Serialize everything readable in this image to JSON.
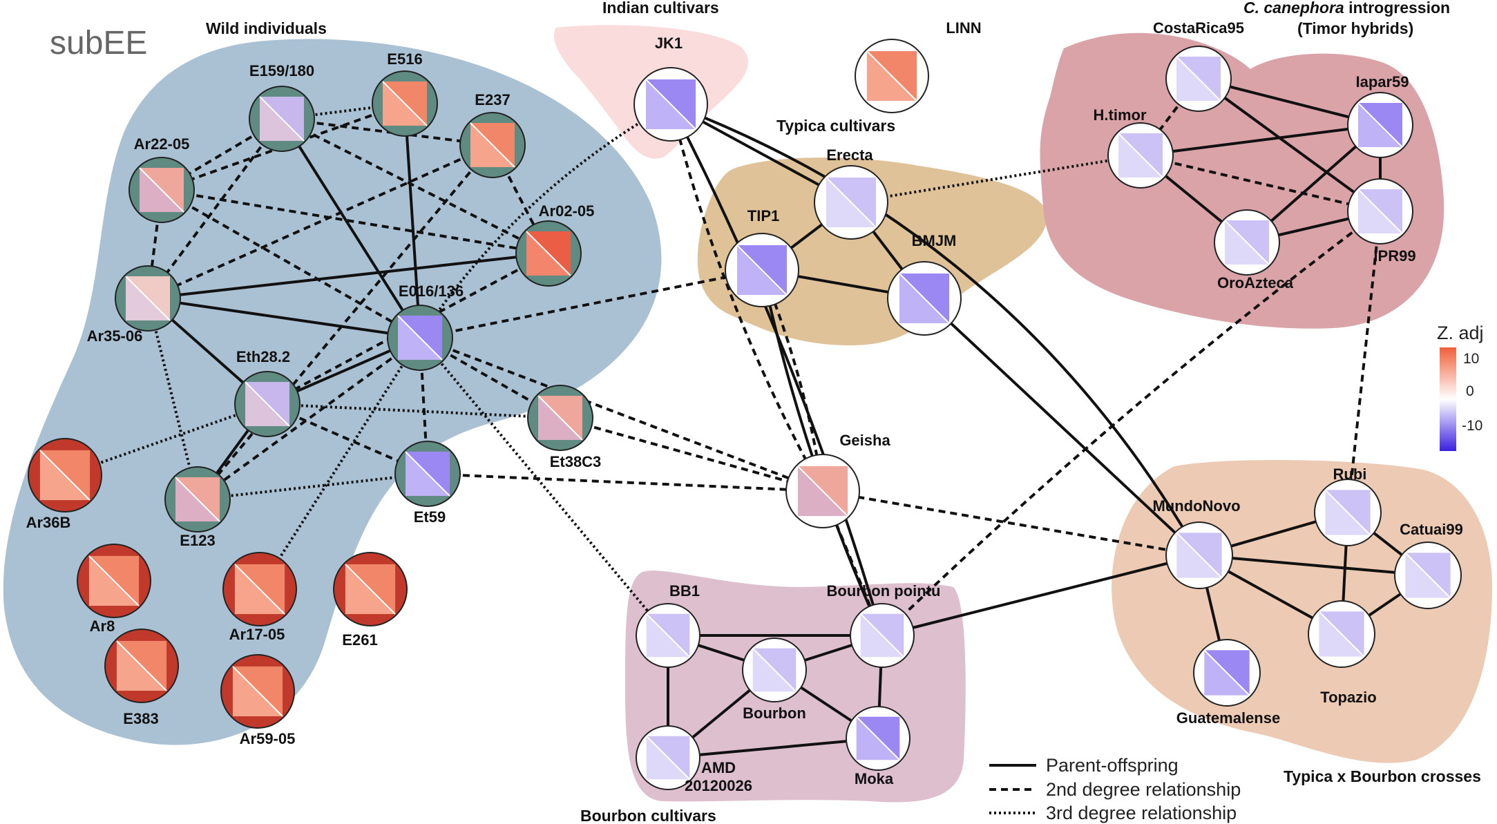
{
  "title": "subEE",
  "groups": [
    {
      "id": "wild",
      "label": "Wild individuals",
      "color": "#a9c1d3"
    },
    {
      "id": "indian",
      "label": "Indian cultivars",
      "color": "#fbdcdc"
    },
    {
      "id": "typica",
      "label": "Typica cultivars",
      "color": "#e0c298"
    },
    {
      "id": "canephora",
      "label_italic": "C. canephora",
      "label_rest": " introgression",
      "label_line2": "(Timor hybrids)",
      "color": "#d9a3a8"
    },
    {
      "id": "bourbon",
      "label": "Bourbon cultivars",
      "color": "#ddbfcd"
    },
    {
      "id": "crosses",
      "label": "Typica x Bourbon crosses",
      "color": "#eccab4"
    }
  ],
  "nodes": [
    {
      "id": "E159_180",
      "label": "E159/180",
      "ring": "#5f8b83",
      "fill": "mixed-blue"
    },
    {
      "id": "E516",
      "label": "E516",
      "ring": "#5f8b83",
      "fill": "red"
    },
    {
      "id": "E237",
      "label": "E237",
      "ring": "#5f8b83",
      "fill": "red"
    },
    {
      "id": "Ar22_05",
      "label": "Ar22-05",
      "ring": "#5f8b83",
      "fill": "mixed"
    },
    {
      "id": "Ar02_05",
      "label": "Ar02-05",
      "ring": "#5f8b83",
      "fill": "deep-red"
    },
    {
      "id": "Ar35_06",
      "label": "Ar35-06",
      "ring": "#5f8b83",
      "fill": "mixed-light"
    },
    {
      "id": "E016_136",
      "label": "E016/136",
      "ring": "#5f8b83",
      "fill": "blue"
    },
    {
      "id": "Eth28_2",
      "label": "Eth28.2",
      "ring": "#5f8b83",
      "fill": "mixed-blue"
    },
    {
      "id": "Et38C3",
      "label": "Et38C3",
      "ring": "#5f8b83",
      "fill": "mixed"
    },
    {
      "id": "Et59",
      "label": "Et59",
      "ring": "#5f8b83",
      "fill": "blue"
    },
    {
      "id": "E123",
      "label": "E123",
      "ring": "#5f8b83",
      "fill": "mixed"
    },
    {
      "id": "Ar36B",
      "label": "Ar36B",
      "ring": "#c0392b",
      "fill": "red"
    },
    {
      "id": "Ar8",
      "label": "Ar8",
      "ring": "#c0392b",
      "fill": "red"
    },
    {
      "id": "Ar17_05",
      "label": "Ar17-05",
      "ring": "#c0392b",
      "fill": "red"
    },
    {
      "id": "E261",
      "label": "E261",
      "ring": "#c0392b",
      "fill": "red"
    },
    {
      "id": "E383",
      "label": "E383",
      "ring": "#c0392b",
      "fill": "red"
    },
    {
      "id": "Ar59_05",
      "label": "Ar59-05",
      "ring": "#c0392b",
      "fill": "red"
    },
    {
      "id": "JK1",
      "label": "JK1",
      "ring": "#ffffff",
      "fill": "blue"
    },
    {
      "id": "LINN",
      "label": "LINN",
      "ring": "#ffffff",
      "fill": "red"
    },
    {
      "id": "Erecta",
      "label": "Erecta",
      "ring": "#ffffff",
      "fill": "light-blue"
    },
    {
      "id": "TIP1",
      "label": "TIP1",
      "ring": "#ffffff",
      "fill": "blue"
    },
    {
      "id": "BMJM",
      "label": "BMJM",
      "ring": "#ffffff",
      "fill": "blue"
    },
    {
      "id": "Geisha",
      "label": "Geisha",
      "ring": "#ffffff",
      "fill": "mixed"
    },
    {
      "id": "CostaRica95",
      "label": "CostaRica95",
      "ring": "#ffffff",
      "fill": "light-blue"
    },
    {
      "id": "Iapar59",
      "label": "Iapar59",
      "ring": "#ffffff",
      "fill": "blue"
    },
    {
      "id": "H_timor",
      "label": "H.timor",
      "ring": "#ffffff",
      "fill": "light-blue"
    },
    {
      "id": "IPR99",
      "label": "IPR99",
      "ring": "#ffffff",
      "fill": "light-blue"
    },
    {
      "id": "OroAzteca",
      "label": "OroAzteca",
      "ring": "#ffffff",
      "fill": "light-blue"
    },
    {
      "id": "BB1",
      "label": "BB1",
      "ring": "#ffffff",
      "fill": "light-blue"
    },
    {
      "id": "Bourbon_pointu",
      "label": "Bourbon pointu",
      "ring": "#ffffff",
      "fill": "light-blue"
    },
    {
      "id": "Bourbon",
      "label": "Bourbon",
      "ring": "#ffffff",
      "fill": "light-blue"
    },
    {
      "id": "AMD",
      "label": "AMD",
      "label2": "20120026",
      "ring": "#ffffff",
      "fill": "light-blue"
    },
    {
      "id": "Moka",
      "label": "Moka",
      "ring": "#ffffff",
      "fill": "blue"
    },
    {
      "id": "MundoNovo",
      "label": "MundoNovo",
      "ring": "#ffffff",
      "fill": "light-blue"
    },
    {
      "id": "Rubi",
      "label": "Rubi",
      "ring": "#ffffff",
      "fill": "light-blue"
    },
    {
      "id": "Catuai99",
      "label": "Catuai99",
      "ring": "#ffffff",
      "fill": "light-blue"
    },
    {
      "id": "Guatemalense",
      "label": "Guatemalense",
      "ring": "#ffffff",
      "fill": "blue"
    },
    {
      "id": "Topazio",
      "label": "Topazio",
      "ring": "#ffffff",
      "fill": "light-blue"
    }
  ],
  "edges": [
    {
      "a": "E159_180",
      "b": "E516",
      "t": "dotted"
    },
    {
      "a": "E159_180",
      "b": "E237",
      "t": "dashed"
    },
    {
      "a": "E159_180",
      "b": "Ar22_05",
      "t": "dashed"
    },
    {
      "a": "E159_180",
      "b": "Ar02_05",
      "t": "dashed"
    },
    {
      "a": "E159_180",
      "b": "Ar35_06",
      "t": "dashed"
    },
    {
      "a": "E159_180",
      "b": "E016_136",
      "t": "solid"
    },
    {
      "a": "E516",
      "b": "E016_136",
      "t": "solid"
    },
    {
      "a": "E516",
      "b": "Ar22_05",
      "t": "dashed"
    },
    {
      "a": "E237",
      "b": "Ar02_05",
      "t": "dashed"
    },
    {
      "a": "E237",
      "b": "Ar35_06",
      "t": "dashed"
    },
    {
      "a": "E237",
      "b": "E123",
      "t": "dashed"
    },
    {
      "a": "Ar22_05",
      "b": "Ar02_05",
      "t": "dashed"
    },
    {
      "a": "Ar22_05",
      "b": "Ar35_06",
      "t": "dashed"
    },
    {
      "a": "Ar22_05",
      "b": "E016_136",
      "t": "dashed"
    },
    {
      "a": "Ar35_06",
      "b": "Ar02_05",
      "t": "solid"
    },
    {
      "a": "Ar35_06",
      "b": "E016_136",
      "t": "solid"
    },
    {
      "a": "Ar35_06",
      "b": "Eth28_2",
      "t": "solid"
    },
    {
      "a": "Ar35_06",
      "b": "E123",
      "t": "dotted"
    },
    {
      "a": "Ar02_05",
      "b": "Eth28_2",
      "t": "dashed"
    },
    {
      "a": "E016_136",
      "b": "Eth28_2",
      "t": "solid"
    },
    {
      "a": "E016_136",
      "b": "Et38C3",
      "t": "dashed"
    },
    {
      "a": "E016_136",
      "b": "Et59",
      "t": "dashed"
    },
    {
      "a": "E016_136",
      "b": "E123",
      "t": "dashed"
    },
    {
      "a": "E016_136",
      "b": "Ar17_05",
      "t": "dotted"
    },
    {
      "a": "E016_136",
      "b": "BB1",
      "t": "dotted"
    },
    {
      "a": "E016_136",
      "b": "Geisha",
      "t": "dashed"
    },
    {
      "a": "Eth28_2",
      "b": "Et38C3",
      "t": "dotted"
    },
    {
      "a": "Eth28_2",
      "b": "Et59",
      "t": "dashed"
    },
    {
      "a": "Eth28_2",
      "b": "E123",
      "t": "solid"
    },
    {
      "a": "Eth28_2",
      "b": "Ar36B",
      "t": "dotted"
    },
    {
      "a": "E123",
      "b": "Et59",
      "t": "dotted"
    },
    {
      "a": "Et59",
      "b": "Geisha",
      "t": "dashed"
    },
    {
      "a": "Et38C3",
      "b": "Geisha",
      "t": "dashed"
    },
    {
      "a": "JK1",
      "b": "Erecta",
      "t": "solid"
    },
    {
      "a": "JK1",
      "b": "Bourbon_pointu",
      "t": "solid"
    },
    {
      "a": "JK1",
      "b": "Geisha",
      "t": "dashed"
    },
    {
      "a": "JK1",
      "b": "MundoNovo",
      "t": "solid"
    },
    {
      "a": "JK1",
      "b": "E016_136",
      "t": "dotted"
    },
    {
      "a": "Erecta",
      "b": "TIP1",
      "t": "solid"
    },
    {
      "a": "Erecta",
      "b": "BMJM",
      "t": "solid"
    },
    {
      "a": "TIP1",
      "b": "BMJM",
      "t": "solid"
    },
    {
      "a": "TIP1",
      "b": "E016_136",
      "t": "dashed"
    },
    {
      "a": "TIP1",
      "b": "Bourbon_pointu",
      "t": "solid"
    },
    {
      "a": "TIP1",
      "b": "Geisha",
      "t": "dashed"
    },
    {
      "a": "BMJM",
      "b": "MundoNovo",
      "t": "solid"
    },
    {
      "a": "Geisha",
      "b": "Bourbon_pointu",
      "t": "dashed"
    },
    {
      "a": "Geisha",
      "b": "MundoNovo",
      "t": "dashed"
    },
    {
      "a": "CostaRica95",
      "b": "H_timor",
      "t": "dashed"
    },
    {
      "a": "CostaRica95",
      "b": "Iapar59",
      "t": "solid"
    },
    {
      "a": "CostaRica95",
      "b": "IPR99",
      "t": "solid"
    },
    {
      "a": "H_timor",
      "b": "Iapar59",
      "t": "solid"
    },
    {
      "a": "H_timor",
      "b": "IPR99",
      "t": "dashed"
    },
    {
      "a": "H_timor",
      "b": "OroAzteca",
      "t": "solid"
    },
    {
      "a": "Iapar59",
      "b": "IPR99",
      "t": "solid"
    },
    {
      "a": "Iapar59",
      "b": "OroAzteca",
      "t": "solid"
    },
    {
      "a": "OroAzteca",
      "b": "IPR99",
      "t": "solid"
    },
    {
      "a": "H_timor",
      "b": "Erecta",
      "t": "dotted"
    },
    {
      "a": "IPR99",
      "b": "Bourbon_pointu",
      "t": "dashed"
    },
    {
      "a": "IPR99",
      "b": "Rubi",
      "t": "dashed"
    },
    {
      "a": "BB1",
      "b": "Bourbon_pointu",
      "t": "solid"
    },
    {
      "a": "BB1",
      "b": "Bourbon",
      "t": "solid"
    },
    {
      "a": "BB1",
      "b": "AMD",
      "t": "solid"
    },
    {
      "a": "Bourbon_pointu",
      "b": "Bourbon",
      "t": "solid"
    },
    {
      "a": "Bourbon_pointu",
      "b": "Moka",
      "t": "solid"
    },
    {
      "a": "Bourbon",
      "b": "AMD",
      "t": "solid"
    },
    {
      "a": "Bourbon",
      "b": "Moka",
      "t": "solid"
    },
    {
      "a": "AMD",
      "b": "Moka",
      "t": "solid"
    },
    {
      "a": "Bourbon_pointu",
      "b": "MundoNovo",
      "t": "solid"
    },
    {
      "a": "MundoNovo",
      "b": "Rubi",
      "t": "solid"
    },
    {
      "a": "MundoNovo",
      "b": "Catuai99",
      "t": "solid"
    },
    {
      "a": "MundoNovo",
      "b": "Topazio",
      "t": "solid"
    },
    {
      "a": "MundoNovo",
      "b": "Guatemalense",
      "t": "solid"
    },
    {
      "a": "Rubi",
      "b": "Catuai99",
      "t": "solid"
    },
    {
      "a": "Rubi",
      "b": "Topazio",
      "t": "solid"
    },
    {
      "a": "Catuai99",
      "b": "Topazio",
      "t": "solid"
    }
  ],
  "legend": [
    {
      "style": "solid",
      "label": "Parent-offspring"
    },
    {
      "style": "dashed",
      "label": "2nd degree relationship"
    },
    {
      "style": "dotted",
      "label": "3rd degree relationship"
    }
  ],
  "colorscale": {
    "title": "Z. adj",
    "ticks": [
      "10",
      "0",
      "-10"
    ],
    "high": "#f0603a",
    "mid": "#ffffff",
    "low": "#3a20e0"
  }
}
